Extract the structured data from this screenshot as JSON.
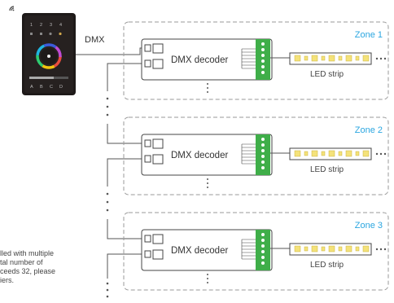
{
  "diagram": {
    "panel": {
      "zone_button_labels": [
        "1",
        "2",
        "3",
        "4"
      ],
      "bottom_button_labels": [
        "A",
        "B",
        "C",
        "D"
      ]
    },
    "dmx_label": "DMX",
    "zones": [
      {
        "label": "Zone 1",
        "decoder_label": "DMX decoder",
        "strip_label": "LED strip"
      },
      {
        "label": "Zone 2",
        "decoder_label": "DMX decoder",
        "strip_label": "LED strip"
      },
      {
        "label": "Zone 3",
        "decoder_label": "DMX decoder",
        "strip_label": "LED strip"
      }
    ],
    "note_lines": [
      "lled with multiple",
      "tal number of",
      "ceeds 32, please",
      "iers."
    ],
    "colors": {
      "zone_label": "#2aa6e0",
      "dashed_border": "#9a9a9a",
      "terminal_green": "#3fae49",
      "panel_body": "#1e1a19",
      "led_chip": "#f4e27a"
    }
  }
}
